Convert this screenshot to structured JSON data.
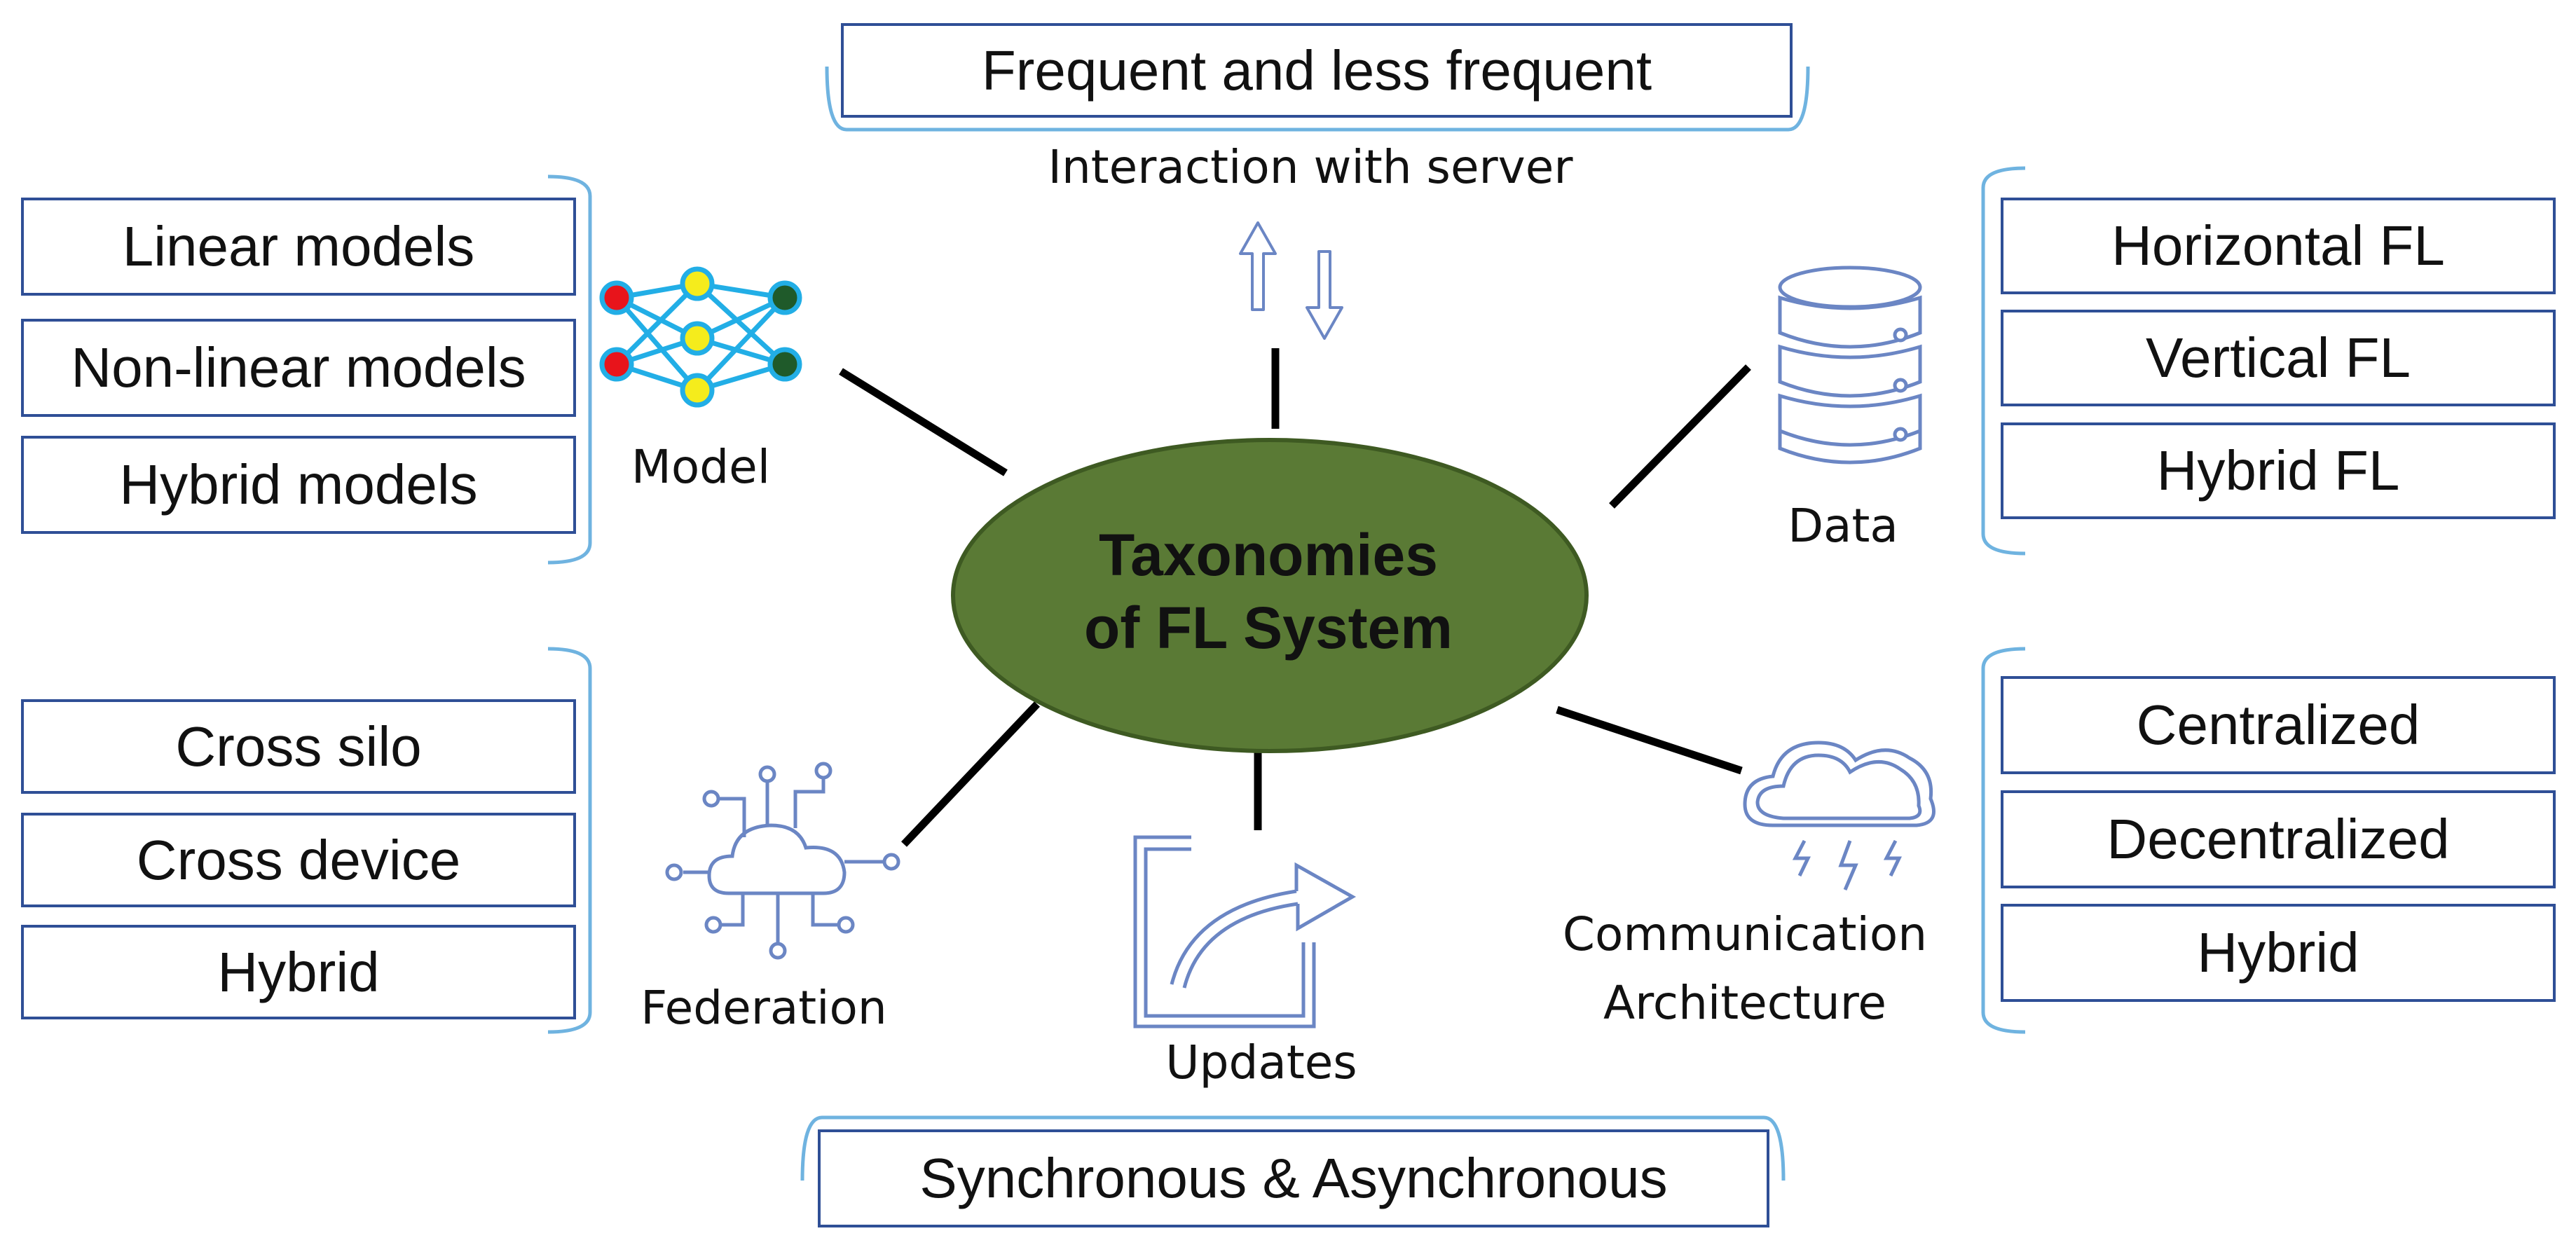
{
  "center": {
    "line1": "Taxonomies",
    "line2": "of FL System"
  },
  "categories": {
    "interaction": {
      "label": "Interaction with server",
      "items": [
        "Frequent and less frequent"
      ]
    },
    "model": {
      "label": "Model",
      "items": [
        "Linear models",
        "Non-linear models",
        "Hybrid models"
      ]
    },
    "data": {
      "label": "Data",
      "items": [
        "Horizontal FL",
        "Vertical FL",
        "Hybrid FL"
      ]
    },
    "federation": {
      "label": "Federation",
      "items": [
        "Cross silo",
        "Cross device",
        "Hybrid"
      ]
    },
    "updates": {
      "label": "Updates",
      "items": [
        "Synchronous & Asynchronous"
      ]
    },
    "communication": {
      "label_line1": "Communication",
      "label_line2": "Architecture",
      "items": [
        "Centralized",
        "Decentralized",
        "Hybrid"
      ]
    }
  },
  "colors": {
    "ellipse_fill": "#5a7a35",
    "ellipse_stroke": "#3e5a22",
    "box_border": "#2f4f96",
    "bracket": "#6fb3e0",
    "icon_outline": "#6b86c4",
    "network_edge": "#22aee6",
    "connector": "#000000"
  },
  "icons": {
    "model": "neural-network-icon",
    "interaction": "up-down-arrows-icon",
    "data": "database-icon",
    "federation": "cloud-network-icon",
    "updates": "share-arrow-icon",
    "communication": "storm-cloud-icon"
  }
}
